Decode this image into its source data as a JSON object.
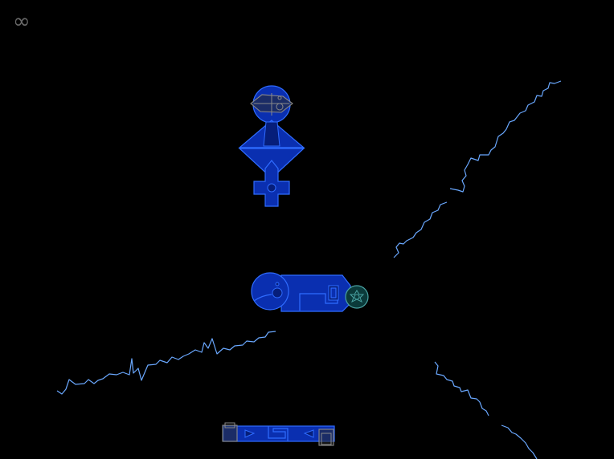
{
  "hud": {
    "lives_symbol": "∞",
    "lives_symbol_color": "#6a6a6a"
  },
  "colors": {
    "background": "#000000",
    "ship_fill": "#0a2fb0",
    "ship_stroke": "#2f6cff",
    "ship_dark": "#061e7a",
    "lightning": "#6aa8ff",
    "relic_stroke": "#8a8a8a",
    "relic_fill": "#2a2a2a",
    "gear_fill": "#0b3a3a",
    "gear_stroke": "#4aa3a3"
  },
  "entities": [
    {
      "name": "totem-ship",
      "kind": "totem"
    },
    {
      "name": "cannon-ship",
      "kind": "cannon"
    },
    {
      "name": "bottom-bar-ship",
      "kind": "bar"
    },
    {
      "name": "lightning-bolt-upper-right",
      "kind": "lightning"
    },
    {
      "name": "lightning-bolt-lower-left",
      "kind": "lightning"
    },
    {
      "name": "lightning-bolt-lower-right",
      "kind": "lightning"
    }
  ]
}
